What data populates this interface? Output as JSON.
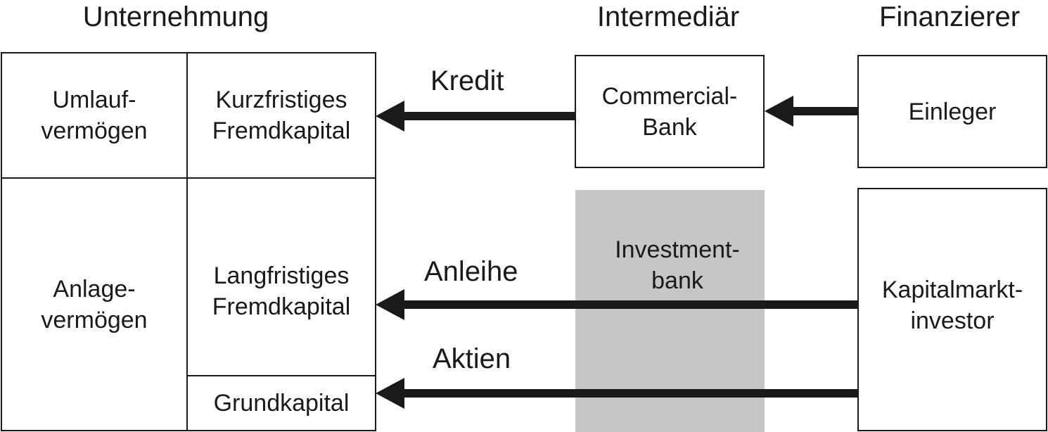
{
  "headings": {
    "company": "Unternehmung",
    "intermediary": "Intermediär",
    "financier": "Finanzierer"
  },
  "balance_sheet": {
    "current_assets": "Umlauf-\nvermögen",
    "fixed_assets": "Anlage-\nvermögen",
    "short_term_debt": "Kurzfristiges\nFremdkapital",
    "long_term_debt": "Langfristiges\nFremdkapital",
    "share_capital": "Grundkapital"
  },
  "intermediaries": {
    "commercial_bank": "Commercial-\nBank",
    "investment_bank": "Investment-\nbank"
  },
  "financiers": {
    "depositors": "Einleger",
    "capital_market_investor": "Kapitalmarkt-\ninvestor"
  },
  "flows": {
    "credit": "Kredit",
    "bond": "Anleihe",
    "shares": "Aktien"
  },
  "colors": {
    "line": "#1a1a1a",
    "investment_bank_fill": "#c6c6c7"
  }
}
